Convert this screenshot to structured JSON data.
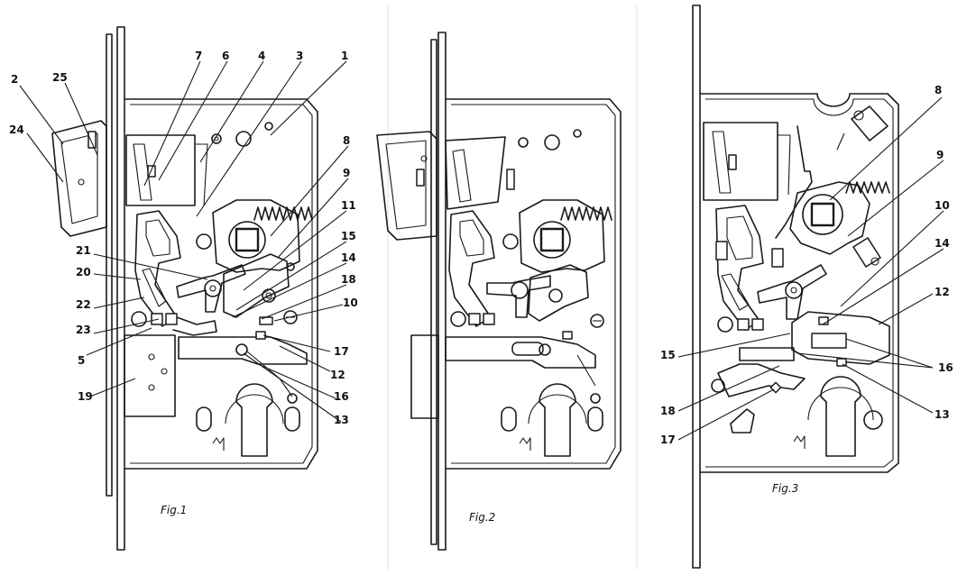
{
  "figures": [
    {
      "id": "fig1",
      "caption": "Fig.1",
      "callouts": [
        {
          "text": "1"
        },
        {
          "text": "2"
        },
        {
          "text": "3"
        },
        {
          "text": "4"
        },
        {
          "text": "5"
        },
        {
          "text": "6"
        },
        {
          "text": "7"
        },
        {
          "text": "8"
        },
        {
          "text": "9"
        },
        {
          "text": "10"
        },
        {
          "text": "11"
        },
        {
          "text": "12"
        },
        {
          "text": "13"
        },
        {
          "text": "14"
        },
        {
          "text": "15"
        },
        {
          "text": "16"
        },
        {
          "text": "17"
        },
        {
          "text": "18"
        },
        {
          "text": "19"
        },
        {
          "text": "20"
        },
        {
          "text": "21"
        },
        {
          "text": "22"
        },
        {
          "text": "23"
        },
        {
          "text": "24"
        },
        {
          "text": "25"
        }
      ]
    },
    {
      "id": "fig2",
      "caption": "Fig.2",
      "callouts": []
    },
    {
      "id": "fig3",
      "caption": "Fig.3",
      "callouts": [
        {
          "text": "8"
        },
        {
          "text": "9"
        },
        {
          "text": "10"
        },
        {
          "text": "14"
        },
        {
          "text": "12"
        },
        {
          "text": "15"
        },
        {
          "text": "16"
        },
        {
          "text": "18"
        },
        {
          "text": "13"
        },
        {
          "text": "17"
        }
      ]
    }
  ]
}
